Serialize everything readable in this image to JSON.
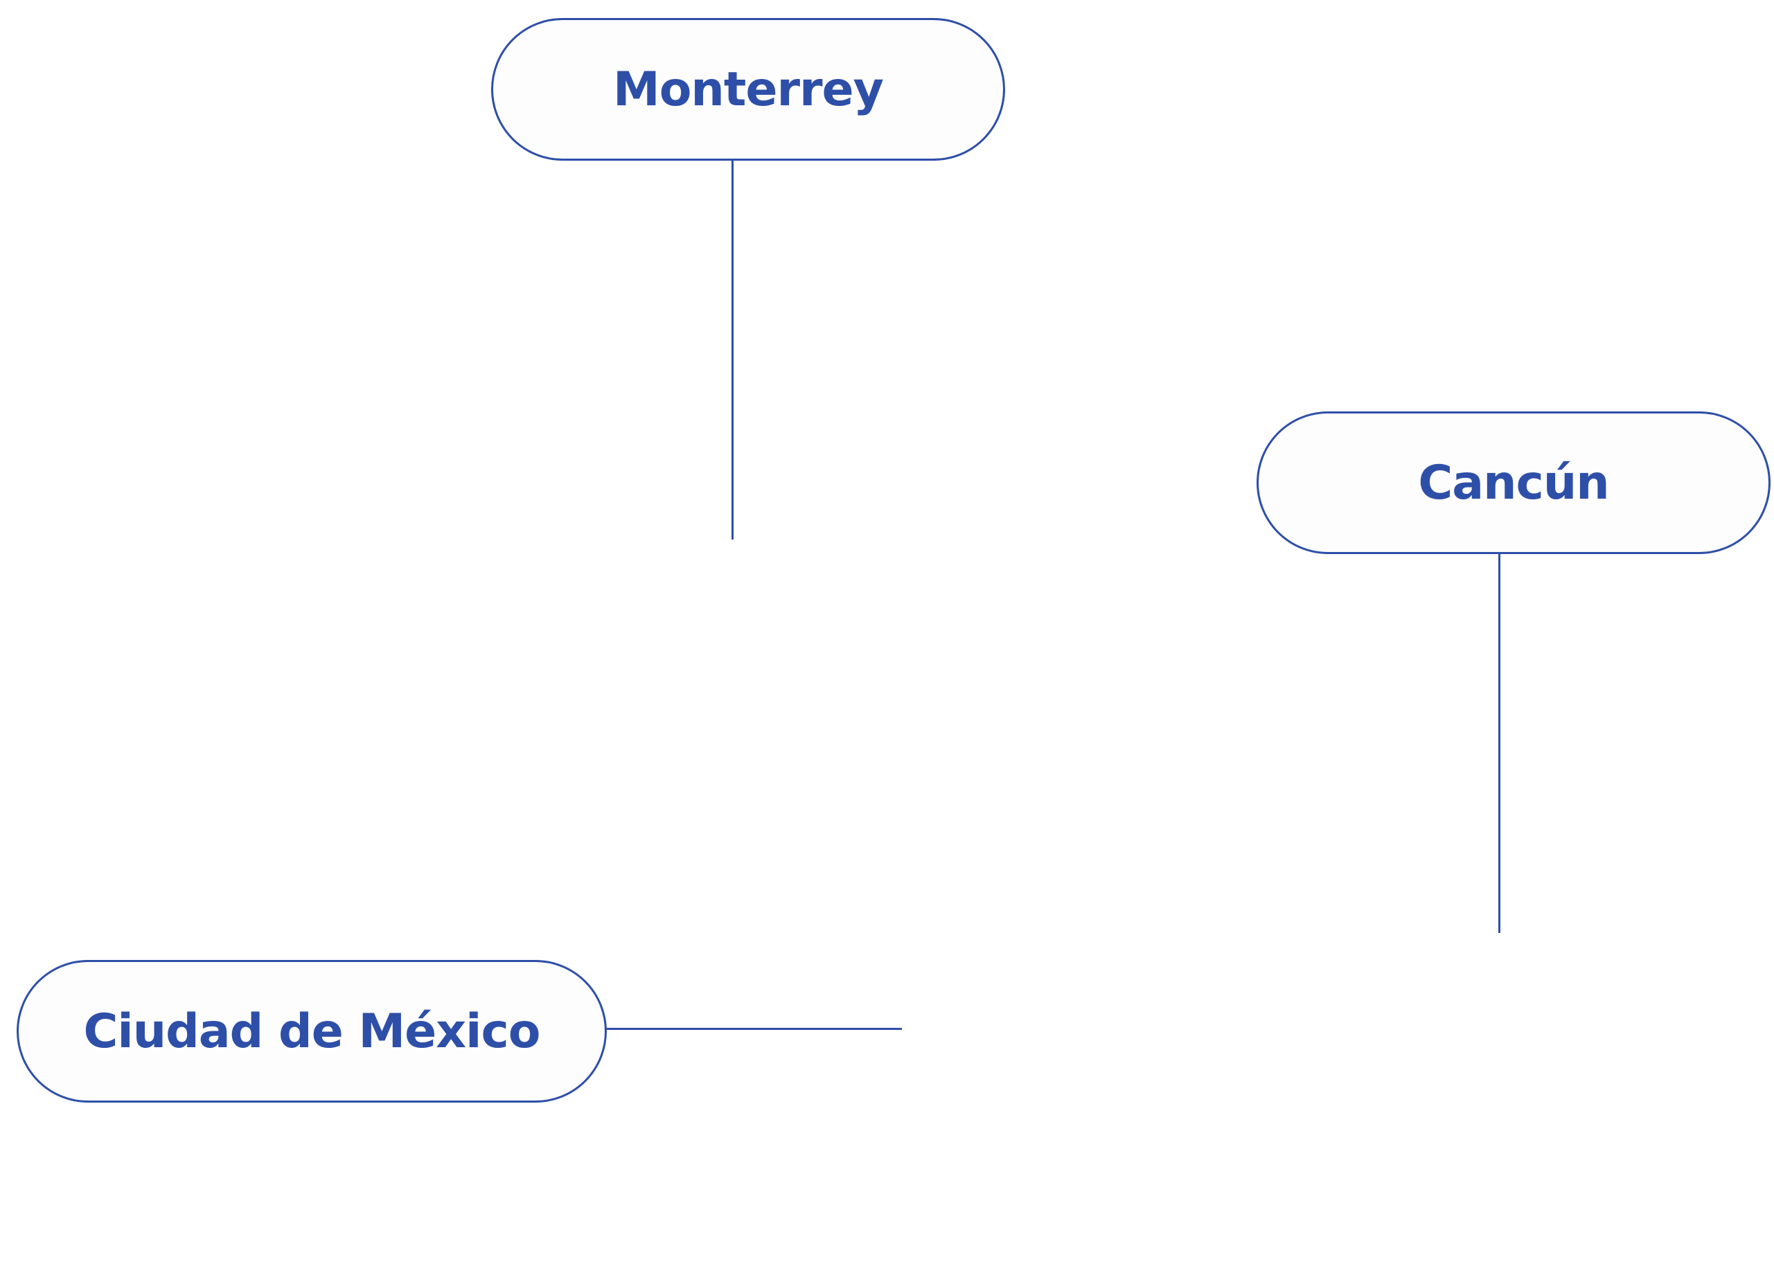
{
  "diagram": {
    "accent_color": "#2e4fa8",
    "nodes": [
      {
        "id": "monterrey",
        "label": "Monterrey"
      },
      {
        "id": "cancun",
        "label": "Cancún"
      },
      {
        "id": "ciudad-de-mexico",
        "label": "Ciudad de México"
      }
    ]
  }
}
